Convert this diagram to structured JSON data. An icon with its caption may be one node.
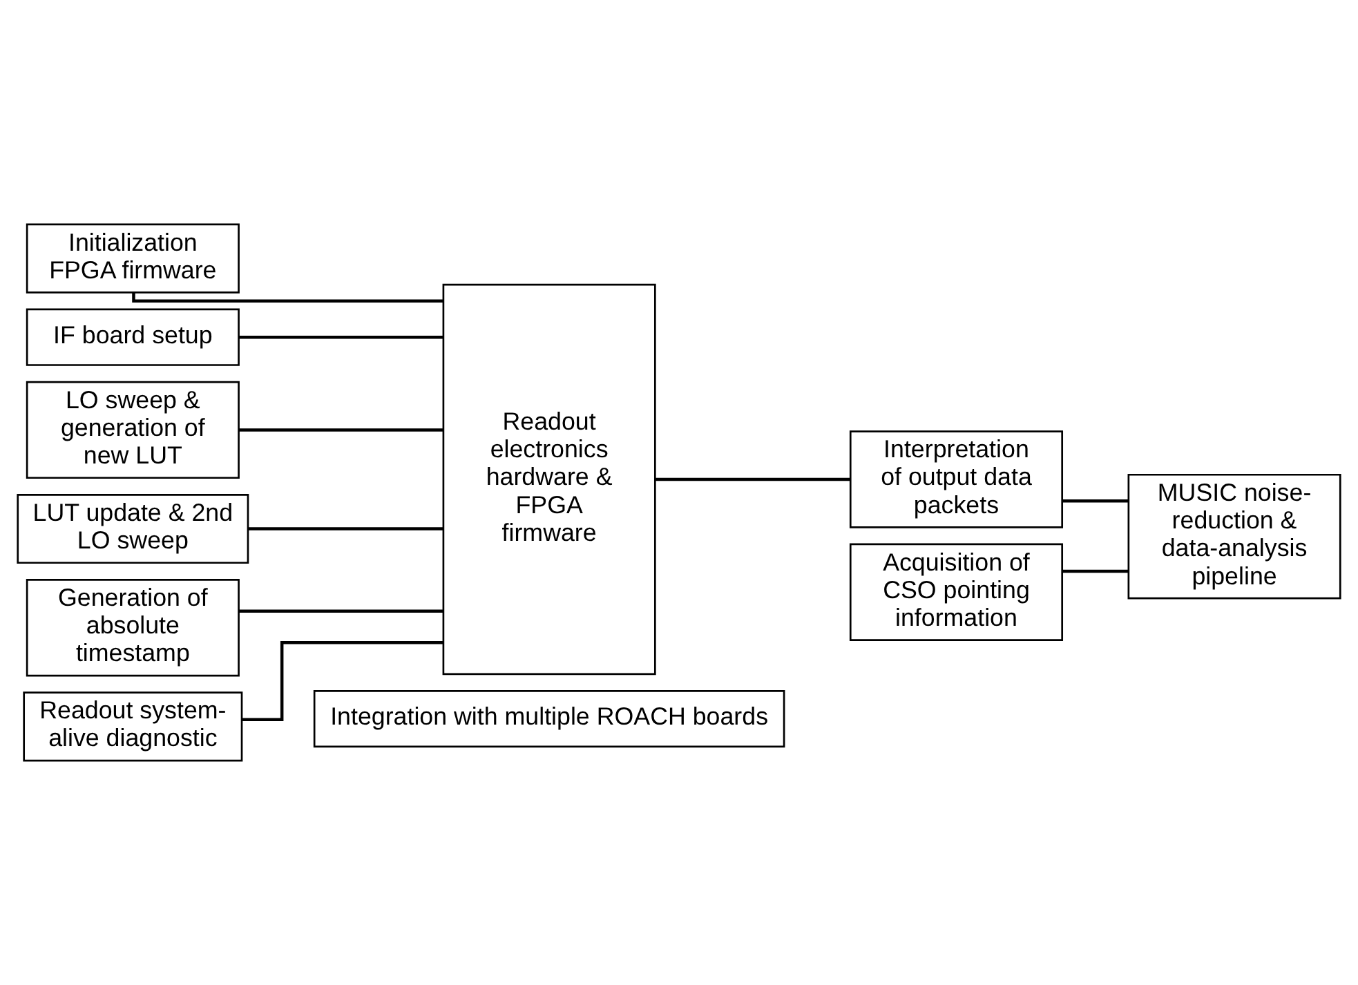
{
  "diagram": {
    "nodes": [
      {
        "text": [
          "Initialization FPGA firmware"
        ]
      },
      {
        "text": [
          "IF board setup"
        ]
      },
      {
        "text": [
          "LO sweep & generation of new LUT"
        ]
      },
      {
        "text": [
          "LUT update & 2nd LO sweep"
        ]
      },
      {
        "text": [
          "Generation of absolute timestamp"
        ]
      },
      {
        "text": [
          "Readout system-alive diagnostic"
        ]
      },
      {
        "text": [
          "Readout electronics hardware & FPGA firmware"
        ]
      },
      {
        "text": [
          "Acquisition of CSO pointing information"
        ]
      },
      {
        "text": [
          "Interpretation of output data packets"
        ]
      },
      {
        "text": [
          "MUSIC noise-reduction & data-analysis pipeline"
        ]
      },
      {
        "text": [
          "Integration with multiple ROACH boards"
        ]
      }
    ],
    "edges": [
      {
        "from": 0,
        "to": 6,
        "arrow": "none"
      },
      {
        "from": 1,
        "to": 6,
        "arrow": "none"
      },
      {
        "from": 2,
        "to": 6,
        "arrow": "none"
      },
      {
        "from": 3,
        "to": 6,
        "arrow": "none"
      },
      {
        "from": 4,
        "to": 6,
        "arrow": "none"
      },
      {
        "from": 5,
        "to": 6,
        "arrow": "none"
      },
      {
        "from": 6,
        "to": 8,
        "arrow": "none"
      },
      {
        "from": 7,
        "to": 9,
        "arrow": "none"
      },
      {
        "from": 8,
        "to": 9,
        "arrow": "none"
      }
    ]
  }
}
